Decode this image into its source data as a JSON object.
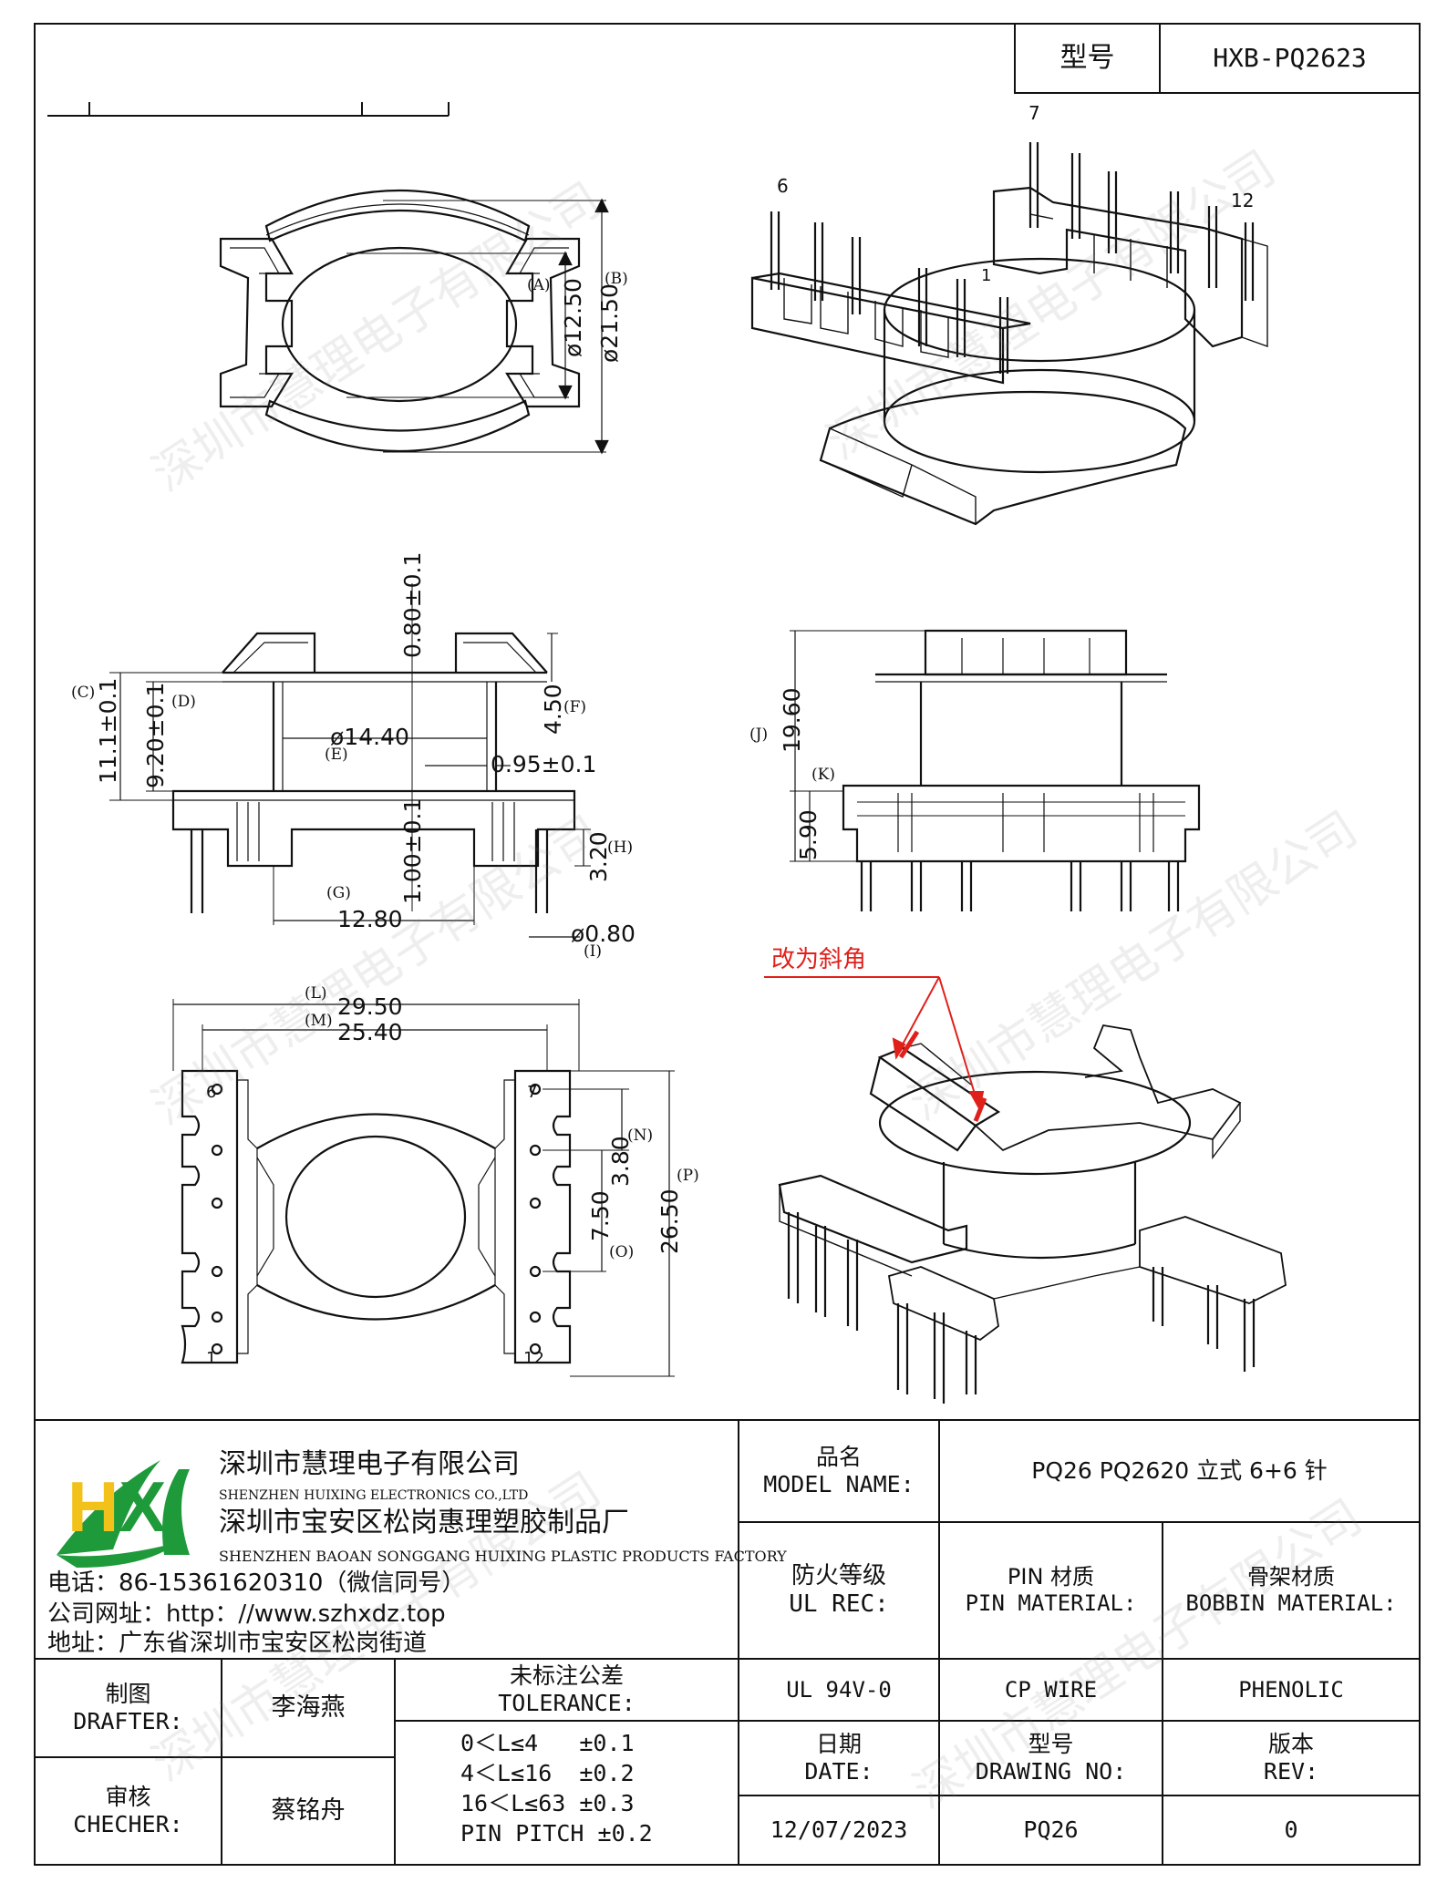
{
  "header": {
    "model_label": "型号",
    "model_value": "HXB-PQ2623"
  },
  "watermark": "深圳市慧理电子有限公司",
  "annotation": {
    "text": "改为斜角",
    "color": "#e0201b"
  },
  "pin_numbers": {
    "top_left": "6",
    "top_middle": "7",
    "top_right": "12",
    "front": "1",
    "bottom_view": [
      "6",
      "7",
      "1",
      "12"
    ]
  },
  "dimensions": {
    "a_label": "(A)",
    "a_value": "ø12.50",
    "b_label": "(B)",
    "b_value": "ø21.50",
    "c_label": "(C)",
    "c_value": "11.1±0.1",
    "d_label": "(D)",
    "d_value": "9.20±0.1",
    "e_label": "(E)",
    "e_value": "ø14.40",
    "f_label": "(F)",
    "f_value": "4.50",
    "top_flange": "0.80±0.1",
    "wall": "0.95±0.1",
    "bottom_flange": "1.00±0.1",
    "g_label": "(G)",
    "g_value": "12.80",
    "h_label": "(H)",
    "h_value": "3.20",
    "i_label": "(I)",
    "i_value": "ø0.80",
    "j_label": "(J)",
    "j_value": "19.60",
    "k_label": "(K)",
    "k_value": "5.90",
    "l_label": "(L)",
    "l_value": "29.50",
    "m_label": "(M)",
    "m_value": "25.40",
    "n_label": "(N)",
    "n_value": "3.80",
    "o_label": "(O)",
    "o_value": "7.50",
    "p_label": "(P)",
    "p_value": "26.50"
  },
  "company": {
    "name_cn": "深圳市慧理电子有限公司",
    "name_en": "SHENZHEN HUIXING ELECTRONICS CO.,LTD",
    "factory_cn": "深圳市宝安区松岗惠理塑胶制品厂",
    "factory_en": "SHENZHEN BAOAN SONGGANG HUIXING PLASTIC PRODUCTS FACTORY",
    "phone": "电话：86-15361620310（微信同号）",
    "website": "公司网址：http：//www.szhxdz.top",
    "address": "地址：广东省深圳市宝安区松岗街道",
    "logo_text": "HX",
    "logo_green": "#1f9a3a",
    "logo_yellow": "#f2c21b"
  },
  "title_block": {
    "model_name_cn": "品名",
    "model_name_en": "MODEL NAME:",
    "model_name_value": "PQ26 PQ2620 立式 6+6 针",
    "fire_cn": "防火等级",
    "fire_en": "UL REC:",
    "pin_material_cn": "PIN 材质",
    "pin_material_en": "PIN MATERIAL:",
    "bobbin_cn": "骨架材质",
    "bobbin_en": "BOBBIN MATERIAL:",
    "fire_value": "UL 94V-0",
    "pin_value": "CP WIRE",
    "bobbin_value": "PHENOLIC",
    "date_cn": "日期",
    "date_en": "DATE:",
    "drawing_cn": "型号",
    "drawing_en": "DRAWING NO:",
    "rev_cn": "版本",
    "rev_en": "REV:",
    "date_value": "12/07/2023",
    "drawing_value": "PQ26",
    "rev_value": "0",
    "drafter_cn": "制图",
    "drafter_en": "DRAFTER:",
    "drafter_value": "李海燕",
    "checker_cn": "审核",
    "checker_en": "CHECHER:",
    "checker_value": "蔡铭舟",
    "tolerance_cn": "未标注公差",
    "tolerance_en": "TOLERANCE:",
    "tolerance_lines": [
      "0＜L≤4   ±0.1",
      "4＜L≤16  ±0.2",
      "16＜L≤63 ±0.3",
      "PIN PITCH ±0.2"
    ]
  }
}
